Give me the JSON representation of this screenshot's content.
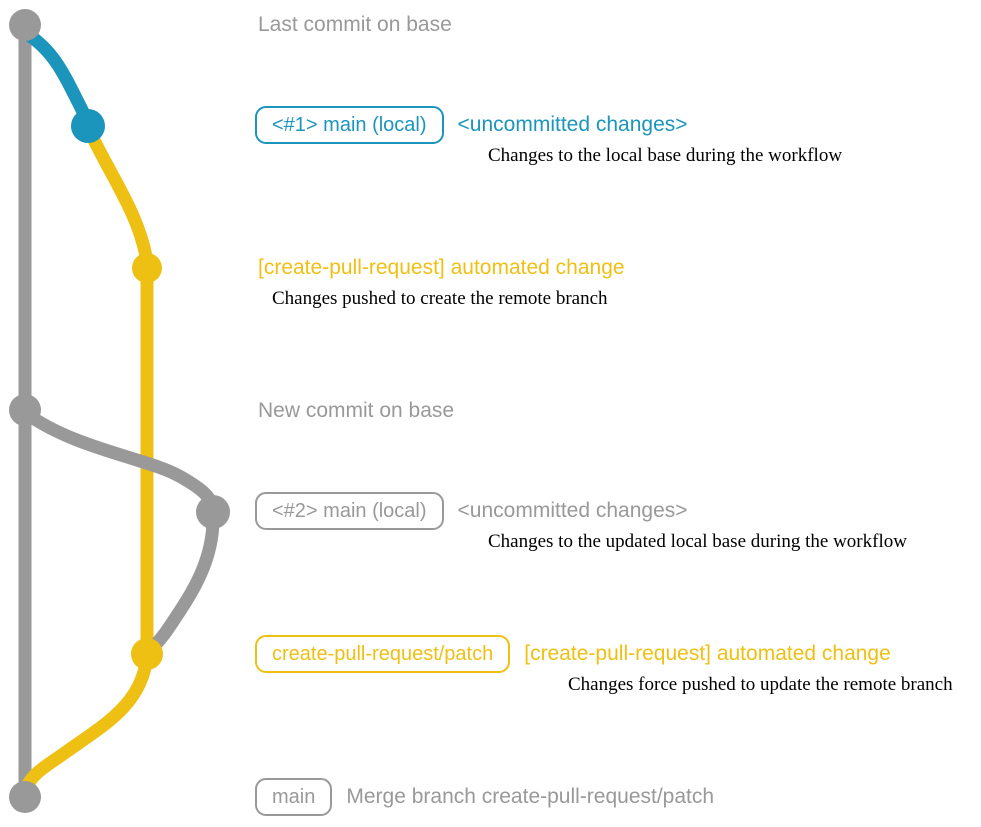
{
  "colors": {
    "base_branch": "#999999",
    "local_branch": "#1b95bc",
    "remote_branch": "#eec014",
    "description_text": "#000000",
    "background": "#ffffff"
  },
  "graph": {
    "branches": [
      {
        "name": "base",
        "color_key": "base_branch"
      },
      {
        "name": "local-uncommitted",
        "color_key": "local_branch"
      },
      {
        "name": "create-pull-request/patch",
        "color_key": "remote_branch"
      }
    ],
    "commits": [
      {
        "name": "last-commit-on-base",
        "branch": "base"
      },
      {
        "name": "uncommitted-changes-1",
        "branch": "local-uncommitted"
      },
      {
        "name": "automated-change-1",
        "branch": "create-pull-request/patch"
      },
      {
        "name": "new-commit-on-base",
        "branch": "base"
      },
      {
        "name": "uncommitted-changes-2",
        "branch": "local-uncommitted"
      },
      {
        "name": "automated-change-2",
        "branch": "create-pull-request/patch"
      },
      {
        "name": "merge-commit",
        "branch": "base"
      }
    ]
  },
  "rows": [
    {
      "title": "Last commit on base"
    },
    {
      "badge": "<#1> main (local)",
      "title": "<uncommitted changes>",
      "description": "Changes to the local base during the workflow"
    },
    {
      "title": "[create-pull-request] automated change",
      "description": "Changes pushed to create the remote branch"
    },
    {
      "title": "New commit on base"
    },
    {
      "badge": "<#2> main (local)",
      "title": "<uncommitted changes>",
      "description": "Changes to the updated local base during the workflow"
    },
    {
      "badge": "create-pull-request/patch",
      "title": "[create-pull-request] automated change",
      "description": "Changes force pushed to update the remote branch"
    },
    {
      "badge": "main",
      "title": "Merge branch create-pull-request/patch"
    }
  ]
}
